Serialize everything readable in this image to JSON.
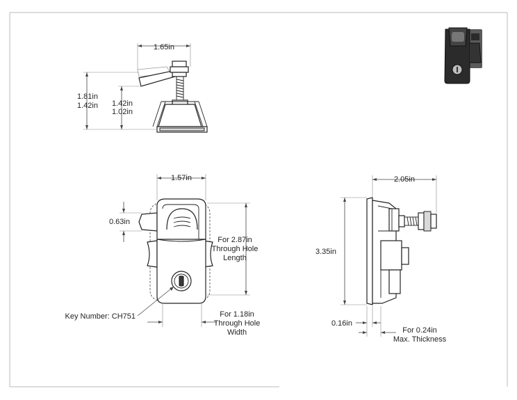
{
  "top_view": {
    "width_label": "1.65in",
    "height_outer_1": "1.81in",
    "height_outer_2": "1.42in",
    "height_inner_1": "1.42in",
    "height_inner_2": "1.02in"
  },
  "front_view": {
    "width_label": "1.57in",
    "offset_label": "0.63in",
    "through_hole_length": [
      "For 2.87in",
      "Through Hole",
      "Length"
    ],
    "through_hole_width": [
      "For 1.18in",
      "Through Hole",
      "Width"
    ],
    "key_number": "Key Number: CH751"
  },
  "side_view": {
    "depth_label": "2.05in",
    "height_label": "3.35in",
    "flange_label": "0.16in",
    "max_thickness": [
      "For 0.24in",
      "Max. Thickness"
    ]
  }
}
